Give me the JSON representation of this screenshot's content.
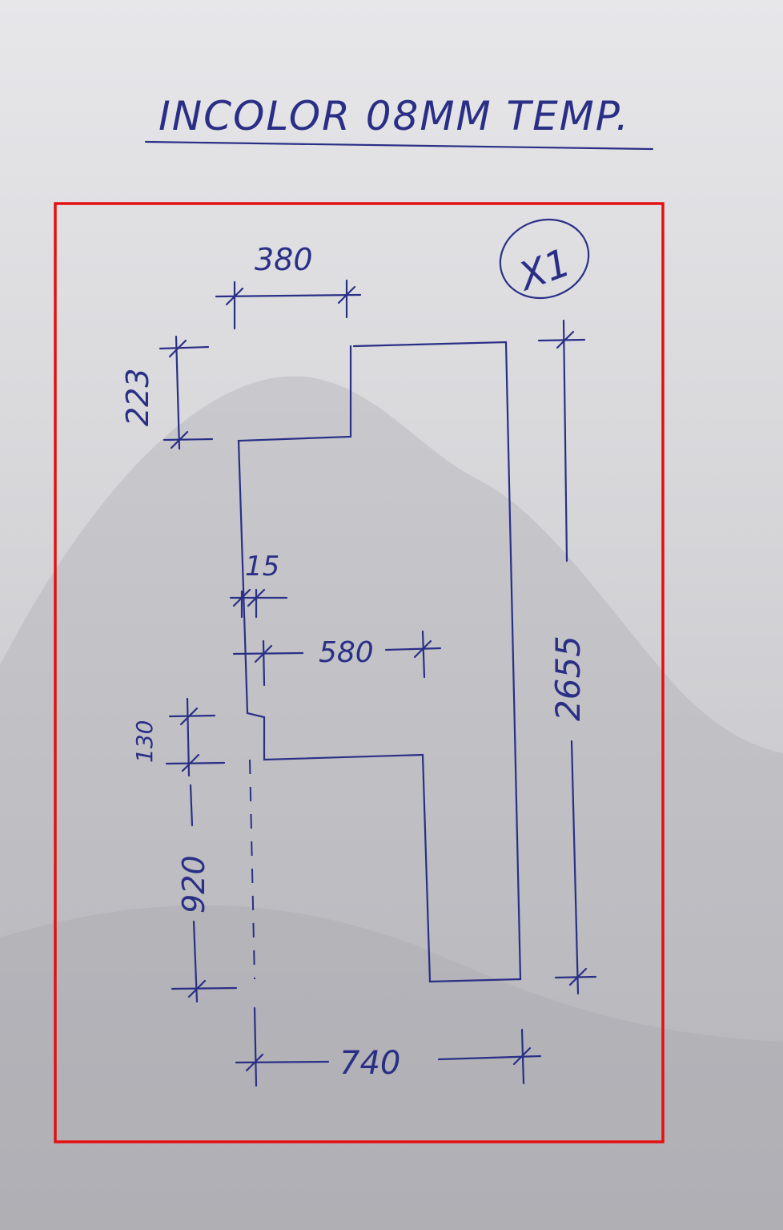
{
  "title": "INCOLOR 08MM TEMP.",
  "quantity": "X1",
  "dimensions": {
    "top_width": "380",
    "top_notch_height": "223",
    "offset": "15",
    "middle_width": "580",
    "step_height": "130",
    "lower_height": "920",
    "total_height": "2655",
    "bottom_width": "740"
  },
  "colors": {
    "ink": "#2a2f86",
    "frame": "#e41010"
  }
}
